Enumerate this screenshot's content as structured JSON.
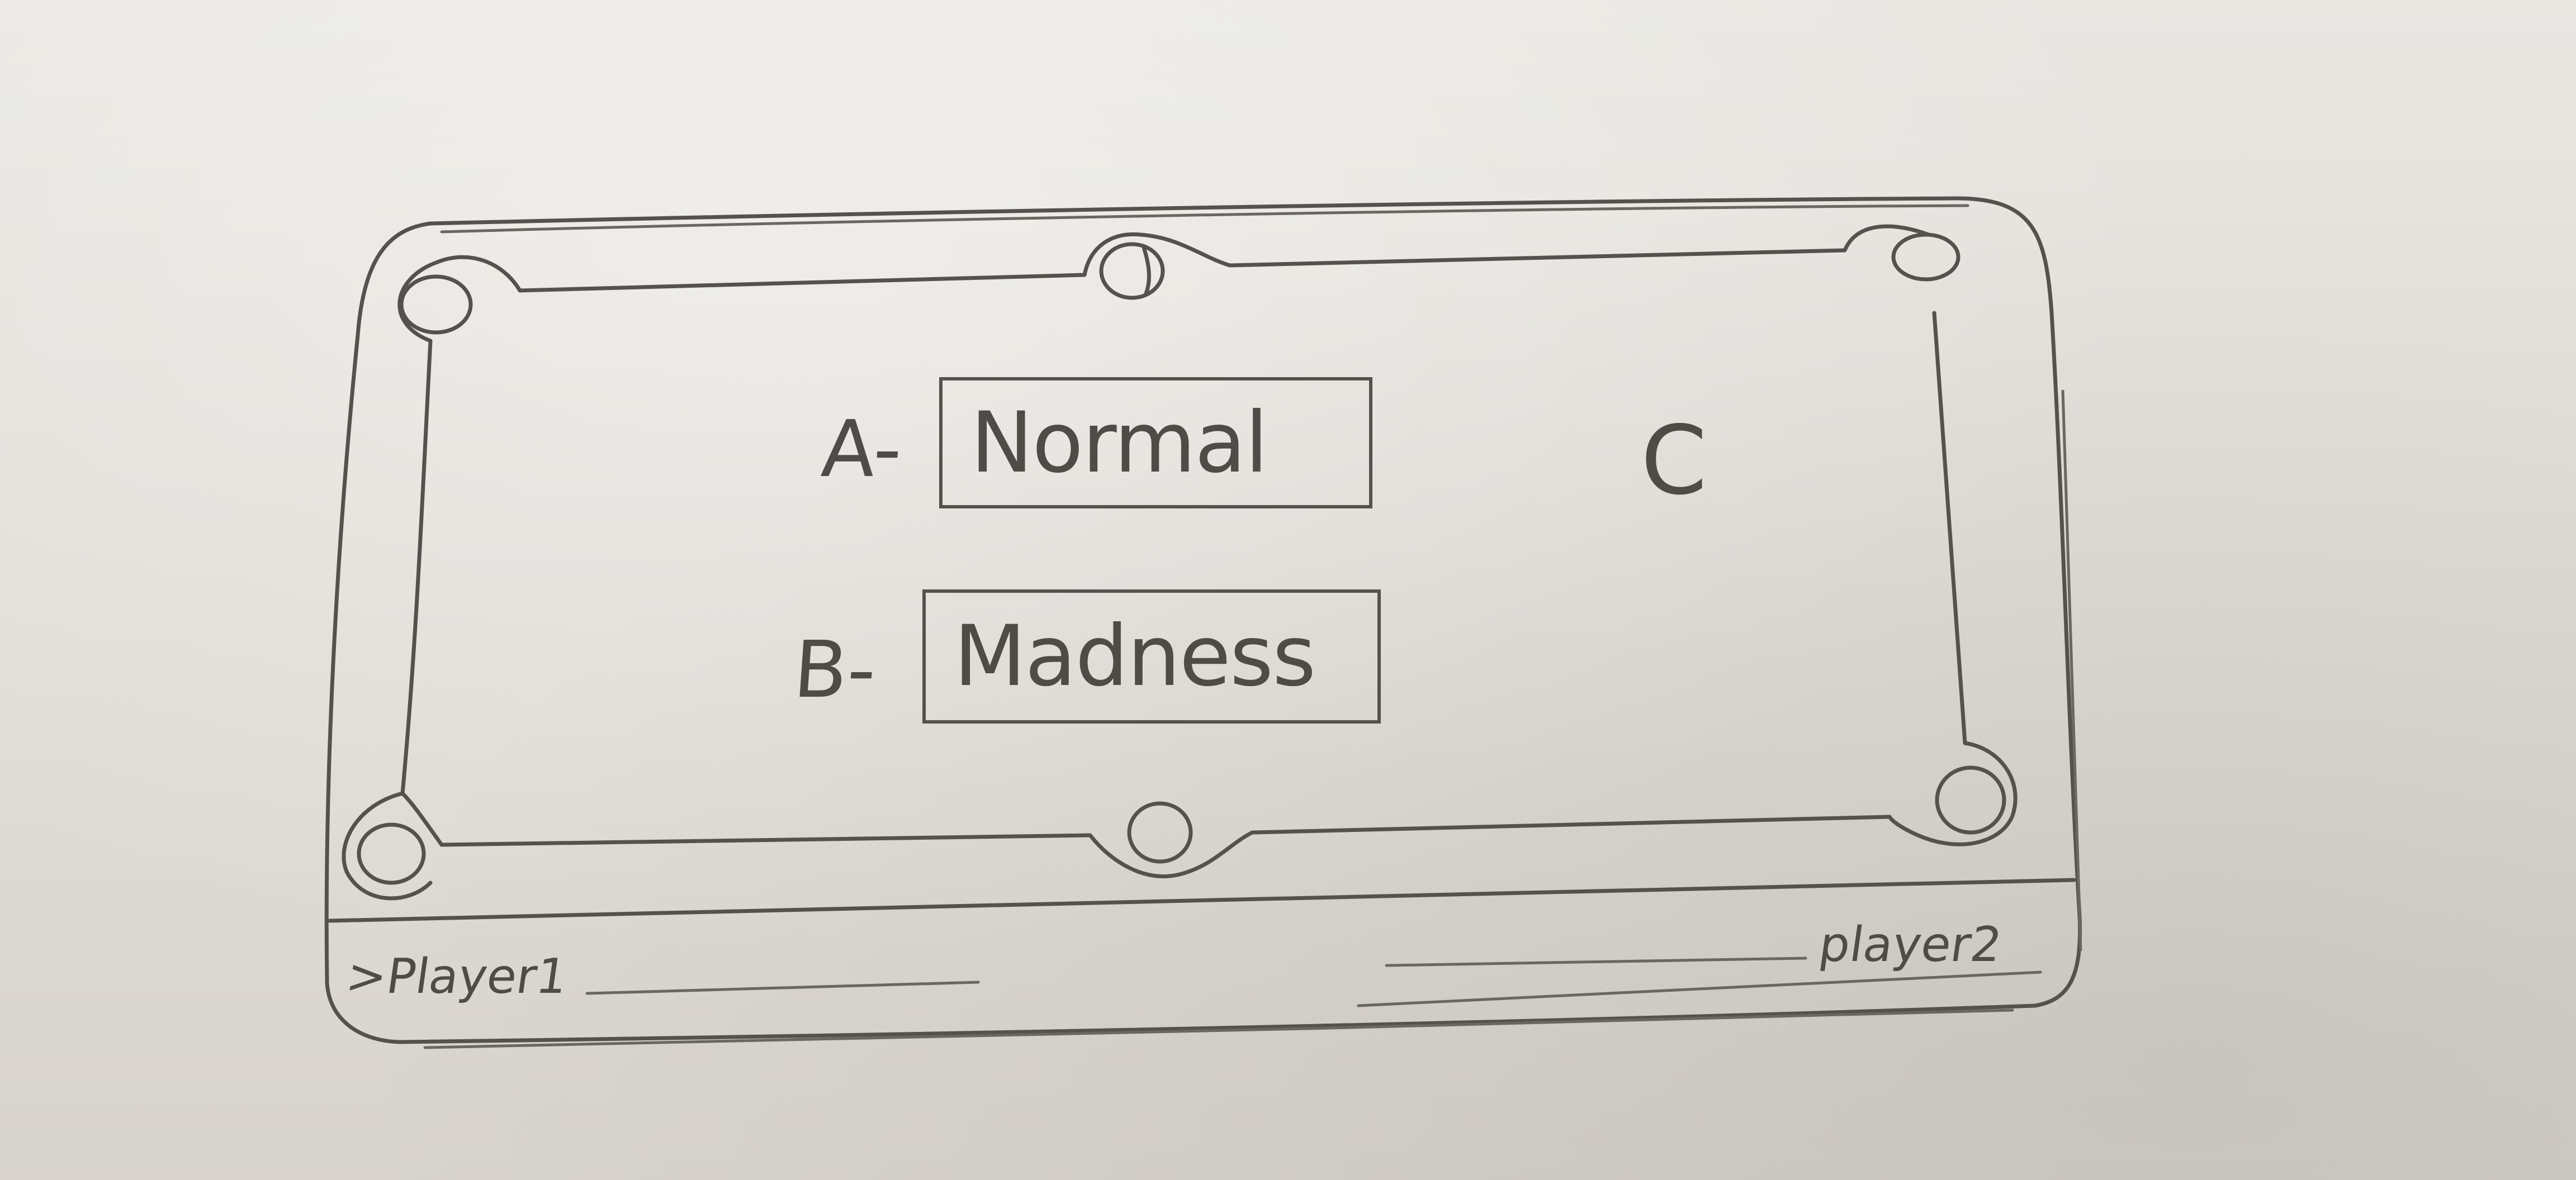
{
  "menu": {
    "option_a": {
      "key": "A-",
      "label": "Normal"
    },
    "option_b": {
      "key": "B-",
      "label": "Madness"
    },
    "option_c": {
      "key": "C"
    }
  },
  "footer": {
    "player1": {
      "prefix": ">",
      "name": "Player1"
    },
    "player2": {
      "name": "player2"
    }
  }
}
